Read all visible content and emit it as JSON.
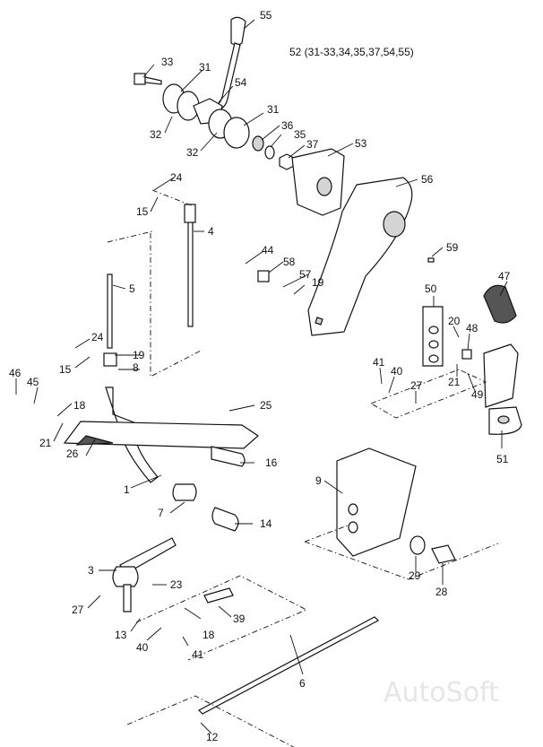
{
  "assembly_title": "52 (31-33,34,35,37,54,55)",
  "watermark": "AutoSoft",
  "callouts": {
    "c1": "1",
    "c3": "3",
    "c4": "4",
    "c5": "5",
    "c6": "6",
    "c7": "7",
    "c8": "8",
    "c9": "9",
    "c12": "12",
    "c13": "13",
    "c14": "14",
    "c15a": "15",
    "c15b": "15",
    "c16": "16",
    "c18a": "18",
    "c18b": "18",
    "c19a": "19",
    "c19b": "19",
    "c20": "20",
    "c21a": "21",
    "c21b": "21",
    "c23": "23",
    "c24a": "24",
    "c24b": "24",
    "c25": "25",
    "c26": "26",
    "c27a": "27",
    "c27b": "27",
    "c28": "28",
    "c29": "29",
    "c31a": "31",
    "c31b": "31",
    "c32a": "32",
    "c32b": "32",
    "c33": "33",
    "c35": "35",
    "c36": "36",
    "c37": "37",
    "c39": "39",
    "c40a": "40",
    "c40b": "40",
    "c41a": "41",
    "c41b": "41",
    "c44": "44",
    "c45": "45",
    "c46": "46",
    "c47": "47",
    "c48": "48",
    "c49": "49",
    "c50": "50",
    "c51": "51",
    "c53": "53",
    "c54": "54",
    "c55": "55",
    "c56": "56",
    "c57": "57",
    "c58": "58",
    "c59": "59"
  }
}
